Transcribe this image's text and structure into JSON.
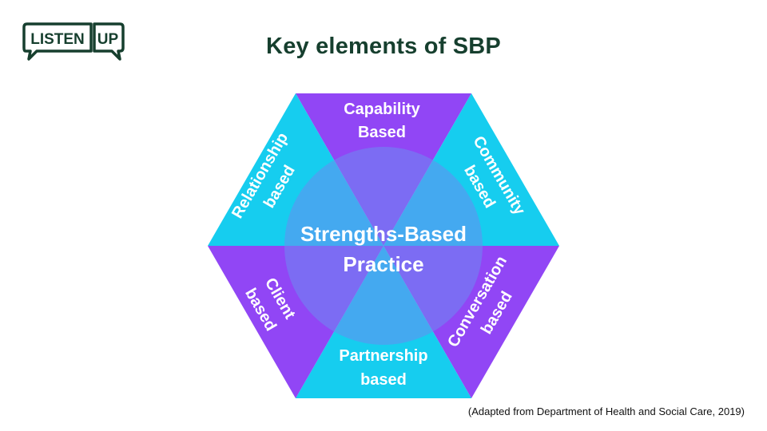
{
  "logo": {
    "word1": "LISTEN",
    "word2": "UP",
    "color": "#163f2e"
  },
  "title": "Key elements of SBP",
  "diagram": {
    "center_line1": "Strengths-Based",
    "center_line2": "Practice",
    "segments": [
      {
        "id": "capability",
        "line1": "Capability",
        "line2": "Based",
        "color": "#9146f5"
      },
      {
        "id": "community",
        "line1": "Community",
        "line2": "based",
        "color": "#16cdef"
      },
      {
        "id": "conversation",
        "line1": "Conversation",
        "line2": "based",
        "color": "#9146f5"
      },
      {
        "id": "partnership",
        "line1": "Partnership",
        "line2": "based",
        "color": "#16cdef"
      },
      {
        "id": "client",
        "line1": "Client",
        "line2": "based",
        "color": "#9146f5"
      },
      {
        "id": "relationship",
        "line1": "Relationship",
        "line2": "based",
        "color": "#16cdef"
      }
    ],
    "circle_color": "#6c8cf0"
  },
  "caption": "(Adapted from Department of Health and Social Care, 2019)"
}
